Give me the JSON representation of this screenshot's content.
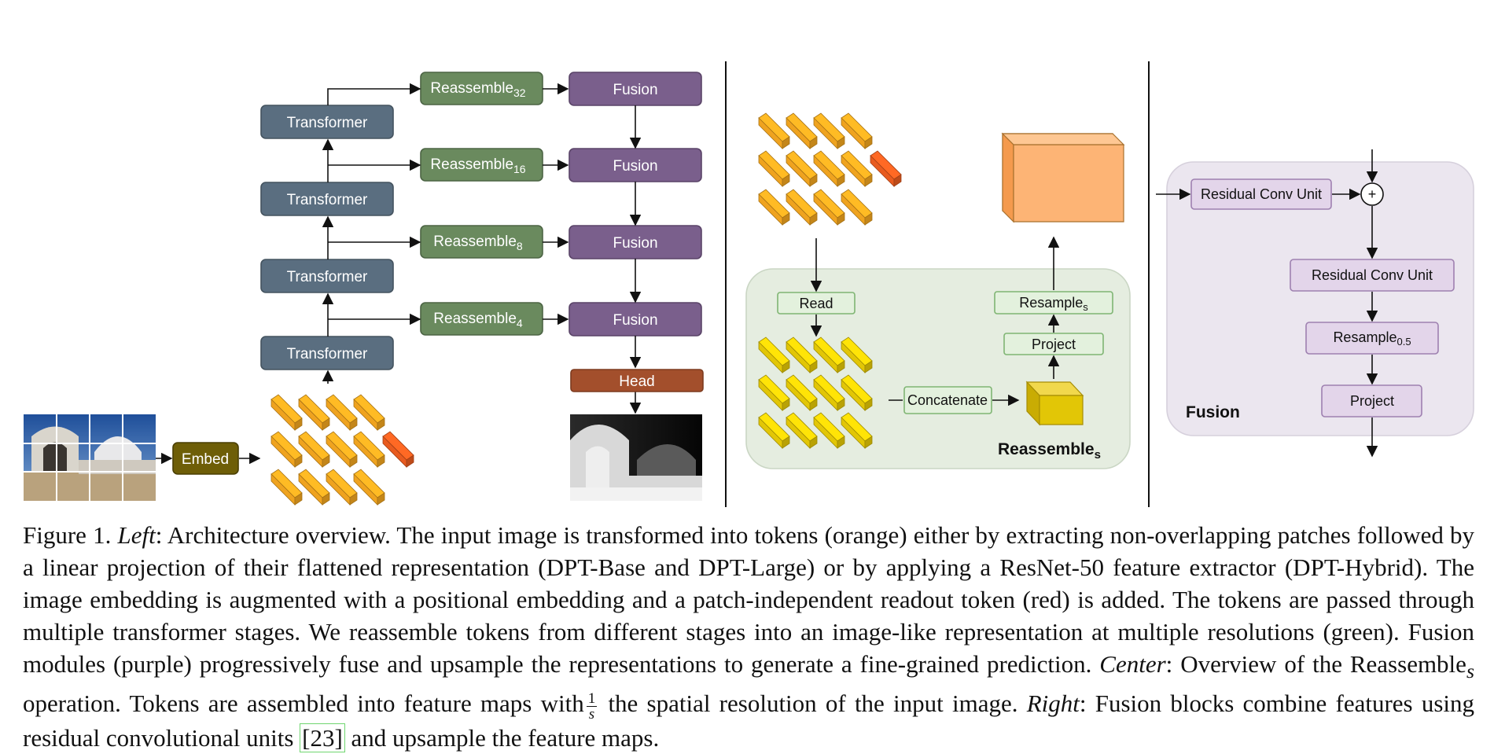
{
  "left": {
    "transformer_label": "Transformer",
    "embed_label": "Embed",
    "head_label": "Head",
    "fusion_label": "Fusion",
    "reassemble_base": "Reassemble",
    "reassemble_subs": [
      "32",
      "16",
      "8",
      "4"
    ]
  },
  "center": {
    "read_label": "Read",
    "concatenate_label": "Concatenate",
    "project_label": "Project",
    "resample_base": "Resample",
    "resample_sub": "s",
    "panel_title_base": "Reassemble",
    "panel_title_sub": "s"
  },
  "right": {
    "rcu_label": "Residual Conv Unit",
    "plus_symbol": "+",
    "resample_base": "Resample",
    "resample_sub": "0.5",
    "project_label": "Project",
    "panel_title": "Fusion"
  },
  "colors": {
    "transformer": "#5a6e80",
    "reassemble": "#6a8a5e",
    "fusion": "#7a5f8c",
    "head": "#a34f2c",
    "embed": "#6e5e07",
    "token_orange": "#efa31f",
    "token_red": "#e85b1f",
    "token_yellow": "#e2c606",
    "light_green_box": "#e3f1dd",
    "light_purple_box": "#e3d5ea"
  },
  "caption": {
    "figure_label": "Figure 1.",
    "left_label": "Left",
    "left_text": ": Architecture overview. The input image is transformed into tokens (orange) either by extracting non-overlapping patches followed by a linear projection of their flattened representation (DPT-Base and DPT-Large) or by applying a ResNet-50 feature extractor (DPT-Hybrid). The image embedding is augmented with a positional embedding and a patch-independent readout token (red) is added. The tokens are passed through multiple transformer stages. We reassemble tokens from different stages into an image-like representation at multiple resolutions (green). Fusion modules (purple) progressively fuse and upsample the representations to generate a fine-grained prediction.",
    "center_label": "Center",
    "center_text_1": ": Overview of the Reassemble",
    "center_sub": "s",
    "center_text_2": " operation. Tokens are assembled into feature maps with",
    "frac_num": "1",
    "frac_den": "s",
    "center_text_3": " the spatial resolution of the input image.",
    "right_label": "Right",
    "right_text_1": ": Fusion blocks combine features using residual convolutional units",
    "ref": "[23]",
    "right_text_2": " and upsample the feature maps."
  }
}
